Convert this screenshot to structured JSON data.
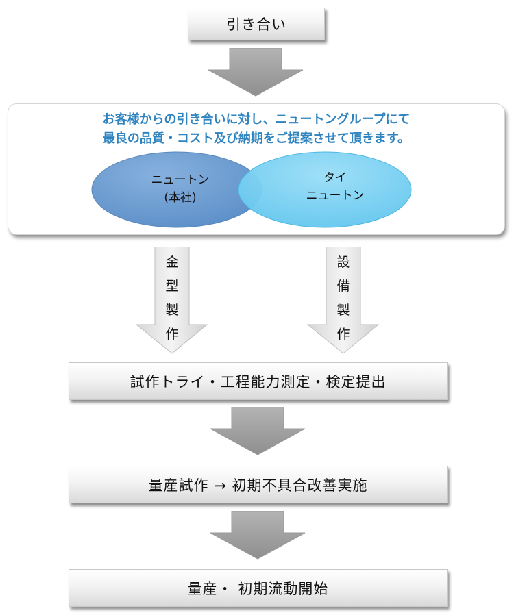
{
  "steps": {
    "step1": "引き合い",
    "step2": "試作トライ・工程能力測定・検定提出",
    "step3": "量産試作 → 初期不具合改善実施",
    "step4": "量産・ 初期流動開始"
  },
  "panel": {
    "line1": "お客様からの引き合いに対し、ニュートングループにて",
    "line2": "最良の品質・コスト及び納期をご提案させて頂きます。",
    "left_circle": {
      "line1": "ニュートン",
      "line2": "(本社)"
    },
    "right_circle": {
      "line1": "タイ",
      "line2": "ニュートン"
    }
  },
  "branches": {
    "left": [
      "金",
      "型",
      "製",
      "作"
    ],
    "right": [
      "設",
      "備",
      "製",
      "作"
    ]
  },
  "colors": {
    "panel_text": "#2f84c0",
    "left_circle": "#6f9fd3",
    "right_circle": "#7fd3f2",
    "arrow_gray": "#a6a6a6"
  }
}
